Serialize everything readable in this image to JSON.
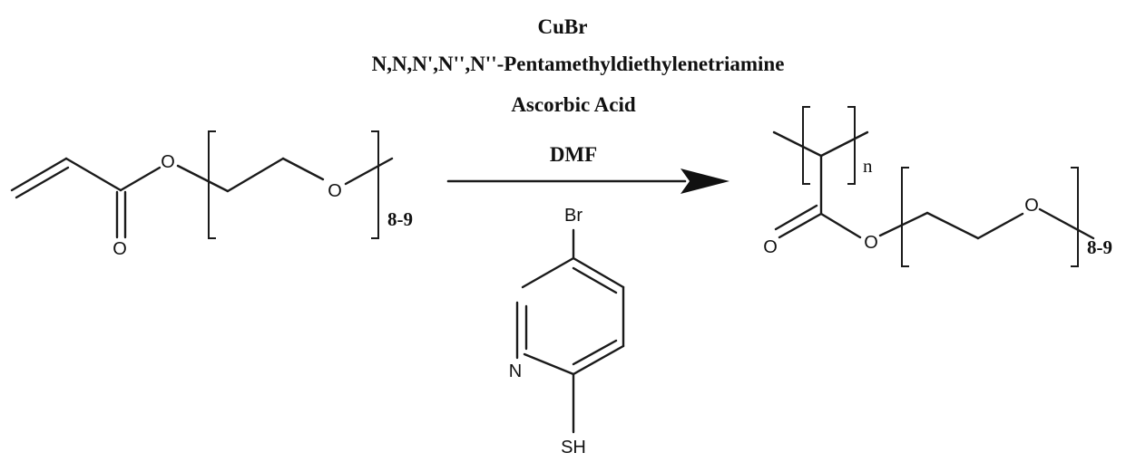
{
  "conditions": {
    "catalyst": "CuBr",
    "ligand": "N,N,N',N'',N''-Pentamethyldiethylenetriamine",
    "reducing_agent": "Ascorbic Acid",
    "solvent": "DMF"
  },
  "monomer": {
    "carbonyl_oxygen": "O",
    "ester_oxygen": "O",
    "ether_oxygen": "O",
    "repeat_count": "8-9"
  },
  "initiator": {
    "bromine": "Br",
    "nitrogen": "N",
    "thiol": "SH"
  },
  "polymer": {
    "backbone_subscript": "n",
    "carbonyl_oxygen": "O",
    "ester_oxygen": "O",
    "ether_oxygen": "O",
    "repeat_count": "8-9"
  }
}
